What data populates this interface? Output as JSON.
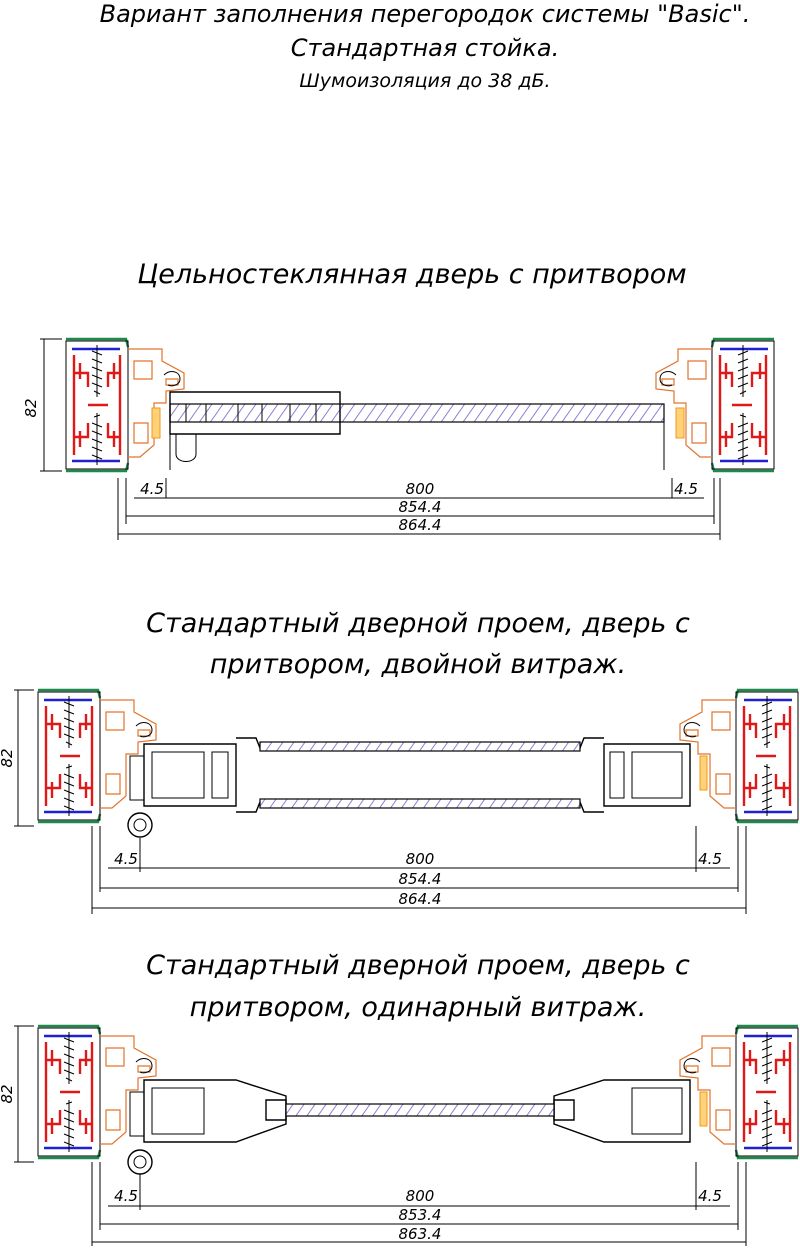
{
  "header": {
    "line1": "Вариант заполнения перегородок системы \"Basic\".",
    "line2": "Стандартная стойка.",
    "line3": "Шумоизоляция до 38 дБ."
  },
  "sections": [
    {
      "title_lines": [
        "Цельностеклянная дверь с притвором"
      ],
      "height_label": "82",
      "gap_left": "4.5",
      "gap_right": "4.5",
      "dim_inner": "800",
      "dim_mid": "854.4",
      "dim_outer": "864.4"
    },
    {
      "title_lines": [
        "Стандартный дверной проем, дверь с",
        "притвором, двойной витраж."
      ],
      "height_label": "82",
      "gap_left": "4.5",
      "gap_right": "4.5",
      "dim_inner": "800",
      "dim_mid": "854.4",
      "dim_outer": "864.4"
    },
    {
      "title_lines": [
        "Стандартный дверной проем, дверь с",
        "притвором, одинарный витраж."
      ],
      "height_label": "82",
      "gap_left": "4.5",
      "gap_right": "4.5",
      "dim_inner": "800",
      "dim_mid": "853.4",
      "dim_outer": "863.4"
    }
  ],
  "colors": {
    "profile_red": "#e01818",
    "profile_orange": "#e4732c",
    "seal_green": "#1d8a4c",
    "seal_blue": "#2020d0",
    "glass_hatch": "#7a5cc8"
  }
}
